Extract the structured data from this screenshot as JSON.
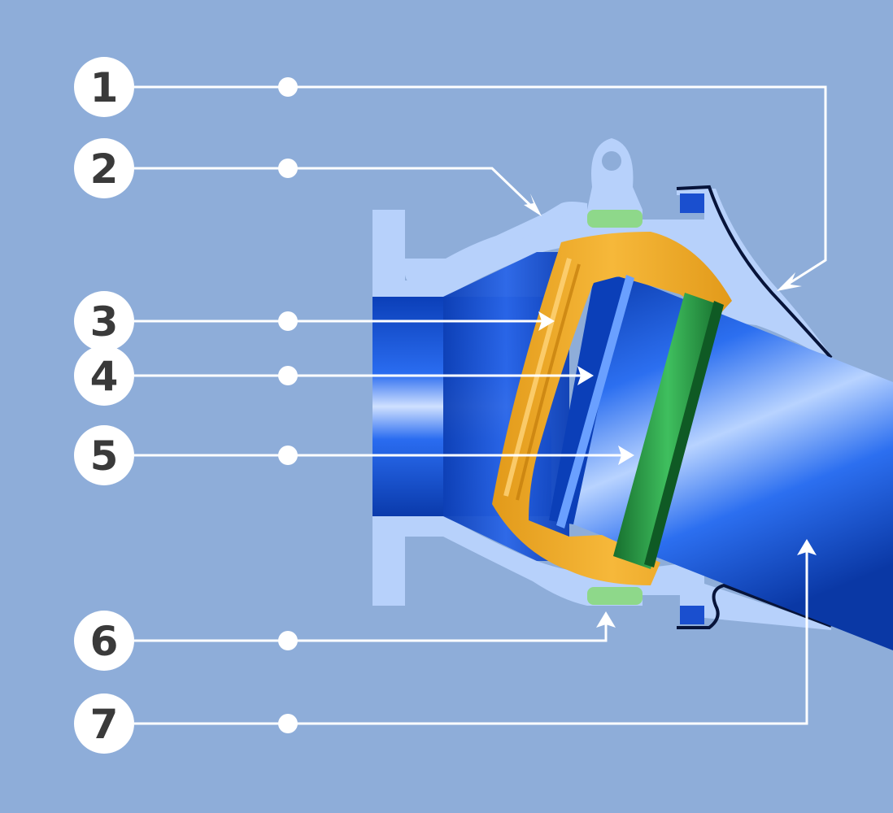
{
  "diagram": {
    "background": "#8eadd9",
    "colors": {
      "housing": "#b7d1fb",
      "housing_edge": "#9fbcef",
      "pipe": "#1a5ee6",
      "pipe_dark": "#0b3fb8",
      "pipe_light": "#7fb0ff",
      "ring": "#f2ad2c",
      "ring_dark": "#d48d14",
      "seal": "#1f8a3a",
      "seal_light": "#36b556",
      "gasket": "#8ed88a",
      "clip": "#1a4fcf",
      "callout": "#ffffff",
      "number_text": "#3a3a3a"
    },
    "callouts": [
      {
        "number": "1"
      },
      {
        "number": "2"
      },
      {
        "number": "3"
      },
      {
        "number": "4"
      },
      {
        "number": "5"
      },
      {
        "number": "6"
      },
      {
        "number": "7"
      }
    ]
  }
}
